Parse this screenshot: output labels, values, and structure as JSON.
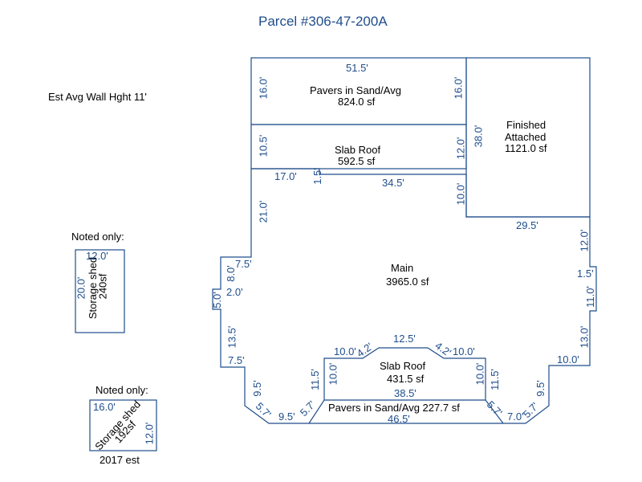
{
  "title": "Parcel #306-47-200A",
  "wall_height_note": "Est Avg Wall Hght 11'",
  "noted_only_1": "Noted only:",
  "noted_only_2": "Noted only:",
  "shed_year_note": "2017 est",
  "areas": {
    "pavers_top": {
      "name": "Pavers in Sand/Avg",
      "area": "824.0 sf"
    },
    "slab_top": {
      "name": "Slab Roof",
      "area": "592.5 sf"
    },
    "finished": {
      "name1": "Finished",
      "name2": "Attached",
      "area": "1121.0 sf"
    },
    "main": {
      "name": "Main",
      "area": "3965.0 sf"
    },
    "slab_bottom": {
      "name": "Slab Roof",
      "area": "431.5 sf"
    },
    "pavers_bottom": {
      "label": "Pavers in Sand/Avg 227.7 sf"
    },
    "shed1": {
      "line1": "Storage shed",
      "line2": "240sf"
    },
    "shed2": {
      "line1": "Storage shed",
      "line2": "192sf"
    }
  },
  "dims": {
    "d515": "51.5'",
    "d160a": "16.0'",
    "d160b": "16.0'",
    "d105": "10.5'",
    "d120a": "12.0'",
    "d380": "38.0'",
    "d170": "17.0'",
    "d15a": "1.5'",
    "d345": "34.5'",
    "d100a": "10.0'",
    "d210": "21.0'",
    "d295": "29.5'",
    "d120b": "12.0'",
    "d15b": "1.5'",
    "d75a": "7.5'",
    "d80": "8.0'",
    "d20": "2.0'",
    "d50": "5.0'",
    "d110": "11.0'",
    "d135": "13.5'",
    "d75b": "7.5'",
    "d130": "13.0'",
    "d100b": "10.0'",
    "d100c": "10.0'",
    "d42a": "4.2'",
    "d125": "12.5'",
    "d42b": "4.2'",
    "d100d": "10.0'",
    "d100e": "10.0'",
    "d100f": "10.0'",
    "d115a": "11.5'",
    "d115b": "11.5'",
    "d385": "38.5'",
    "d95a": "9.5'",
    "d57a": "5.7'",
    "d95b": "9.5'",
    "d57b": "5.7'",
    "d57c": "5.7'",
    "d70": "7.0'",
    "d57d": "5.7'",
    "d95c": "9.5'",
    "d465": "46.5'",
    "s1_120": "12.0'",
    "s1_200": "20.0'",
    "s2_160": "16.0'",
    "s2_120": "12.0'"
  },
  "colors": {
    "line": "#1f4e8c",
    "text": "#000000"
  }
}
